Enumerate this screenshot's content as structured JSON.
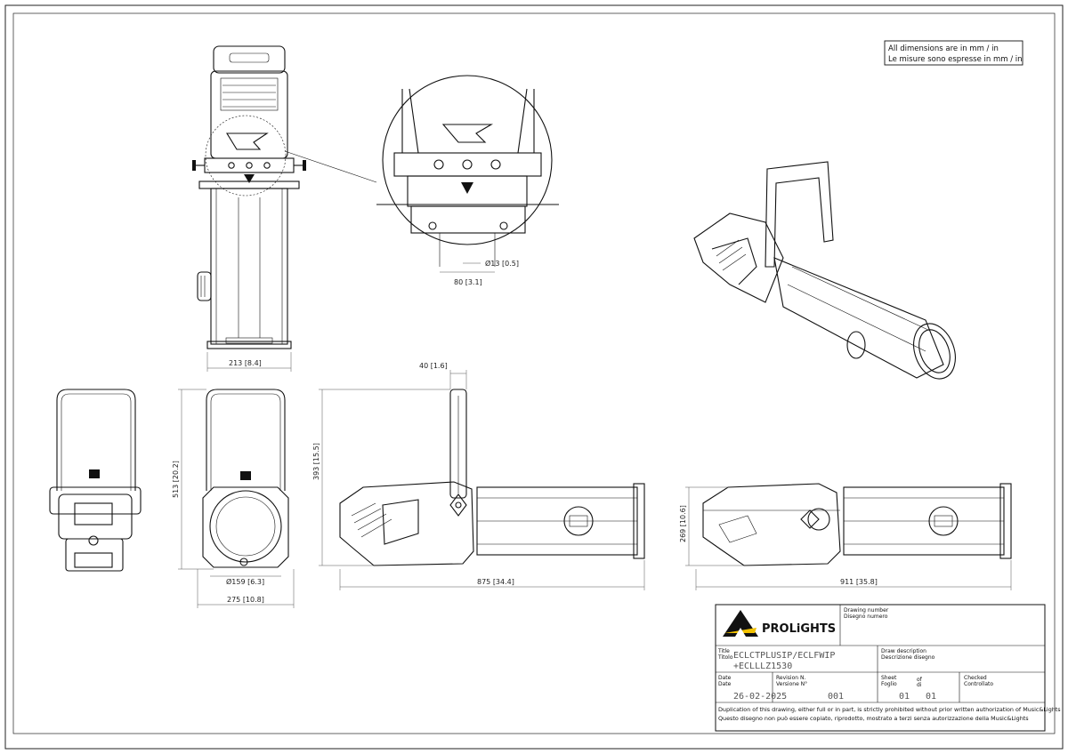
{
  "note": {
    "line1": "All dimensions are in mm / in",
    "line2": "Le misure sono espresse in mm / in"
  },
  "dimensions": {
    "hole": "Ø13 [0.5]",
    "spacing": "80 [3.1]",
    "top_width": "213 [8.4]",
    "yoke_width": "40 [1.6]",
    "height_front": "513 [20.2]",
    "height_side": "393 [15.5]",
    "lens_diameter": "Ø159 [6.3]",
    "front_width": "275 [10.8]",
    "length_short": "875 [34.4]",
    "length_long": "911 [35.8]",
    "side_height": "269 [10.6]"
  },
  "title_block": {
    "brand": "PROLiGHTS",
    "drawing_number_label": "Drawing number",
    "drawing_number_label_it": "Disegno numero",
    "title_label": "Title",
    "title_label_it": "Titolo",
    "title_line1": "ECLCTPLUSIP/ECLFWIP",
    "title_line2": "+ECLLLZ1530",
    "draw_desc_label": "Draw description",
    "draw_desc_label_it": "Descrizione disegno",
    "date_label": "Date",
    "date_label_it": "Date",
    "date": "26-02-2025",
    "revision_label": "Revision N.",
    "revision_label_it": "Versione N°",
    "revision": "001",
    "sheet_label": "Sheet",
    "sheet_label_it": "Foglio",
    "of_label": "of",
    "of_label_it": "di",
    "sheet": "01",
    "sheet_total": "01",
    "checked_label": "Checked",
    "checked_label_it": "Controllato",
    "disclaimer_en": "Duplication of this drawing, either full or in part, is strictly prohibited without prior written authorization of Music&Lights",
    "disclaimer_it": "Questo disegno non può essere copiato, riprodotto, mostrato a terzi senza autorizzazione della Music&Lights"
  },
  "colors": {
    "logo_accent": "#f2c200",
    "logo_dark": "#111111"
  }
}
